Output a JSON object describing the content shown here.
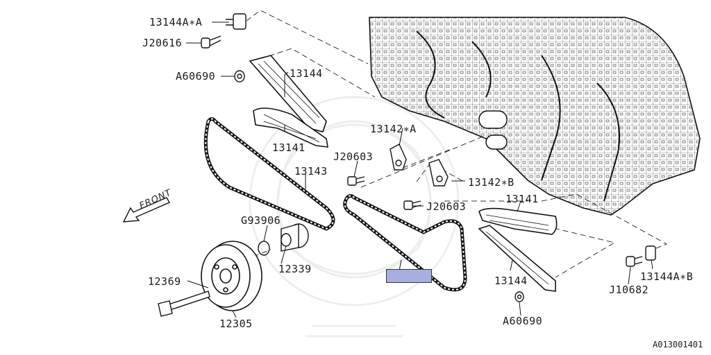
{
  "diagram": {
    "ref_code": "A013001401",
    "front_label": "FRONT",
    "highlight_color": "#a9aee0",
    "line_color": "#1a1a1a",
    "parts": [
      {
        "id": "13144A_A",
        "label": "13144A∗A"
      },
      {
        "id": "J20616",
        "label": "J20616"
      },
      {
        "id": "A60690_top",
        "label": "A60690"
      },
      {
        "id": "13144_upper",
        "label": "13144"
      },
      {
        "id": "13141_upper",
        "label": "13141"
      },
      {
        "id": "13142_A",
        "label": "13142∗A"
      },
      {
        "id": "J20603_upper",
        "label": "J20603"
      },
      {
        "id": "13143",
        "label": "13143"
      },
      {
        "id": "13142_B",
        "label": "13142∗B"
      },
      {
        "id": "J20603_lower",
        "label": "J20603"
      },
      {
        "id": "13141_lower",
        "label": "13141"
      },
      {
        "id": "G93906",
        "label": "G93906"
      },
      {
        "id": "12339",
        "label": "12339"
      },
      {
        "id": "12369",
        "label": "12369"
      },
      {
        "id": "12305",
        "label": "12305"
      },
      {
        "id": "13144_lower",
        "label": "13144"
      },
      {
        "id": "A60690_bottom",
        "label": "A60690"
      },
      {
        "id": "J10682",
        "label": "J10682"
      },
      {
        "id": "13144A_B",
        "label": "13144A∗B"
      }
    ]
  }
}
